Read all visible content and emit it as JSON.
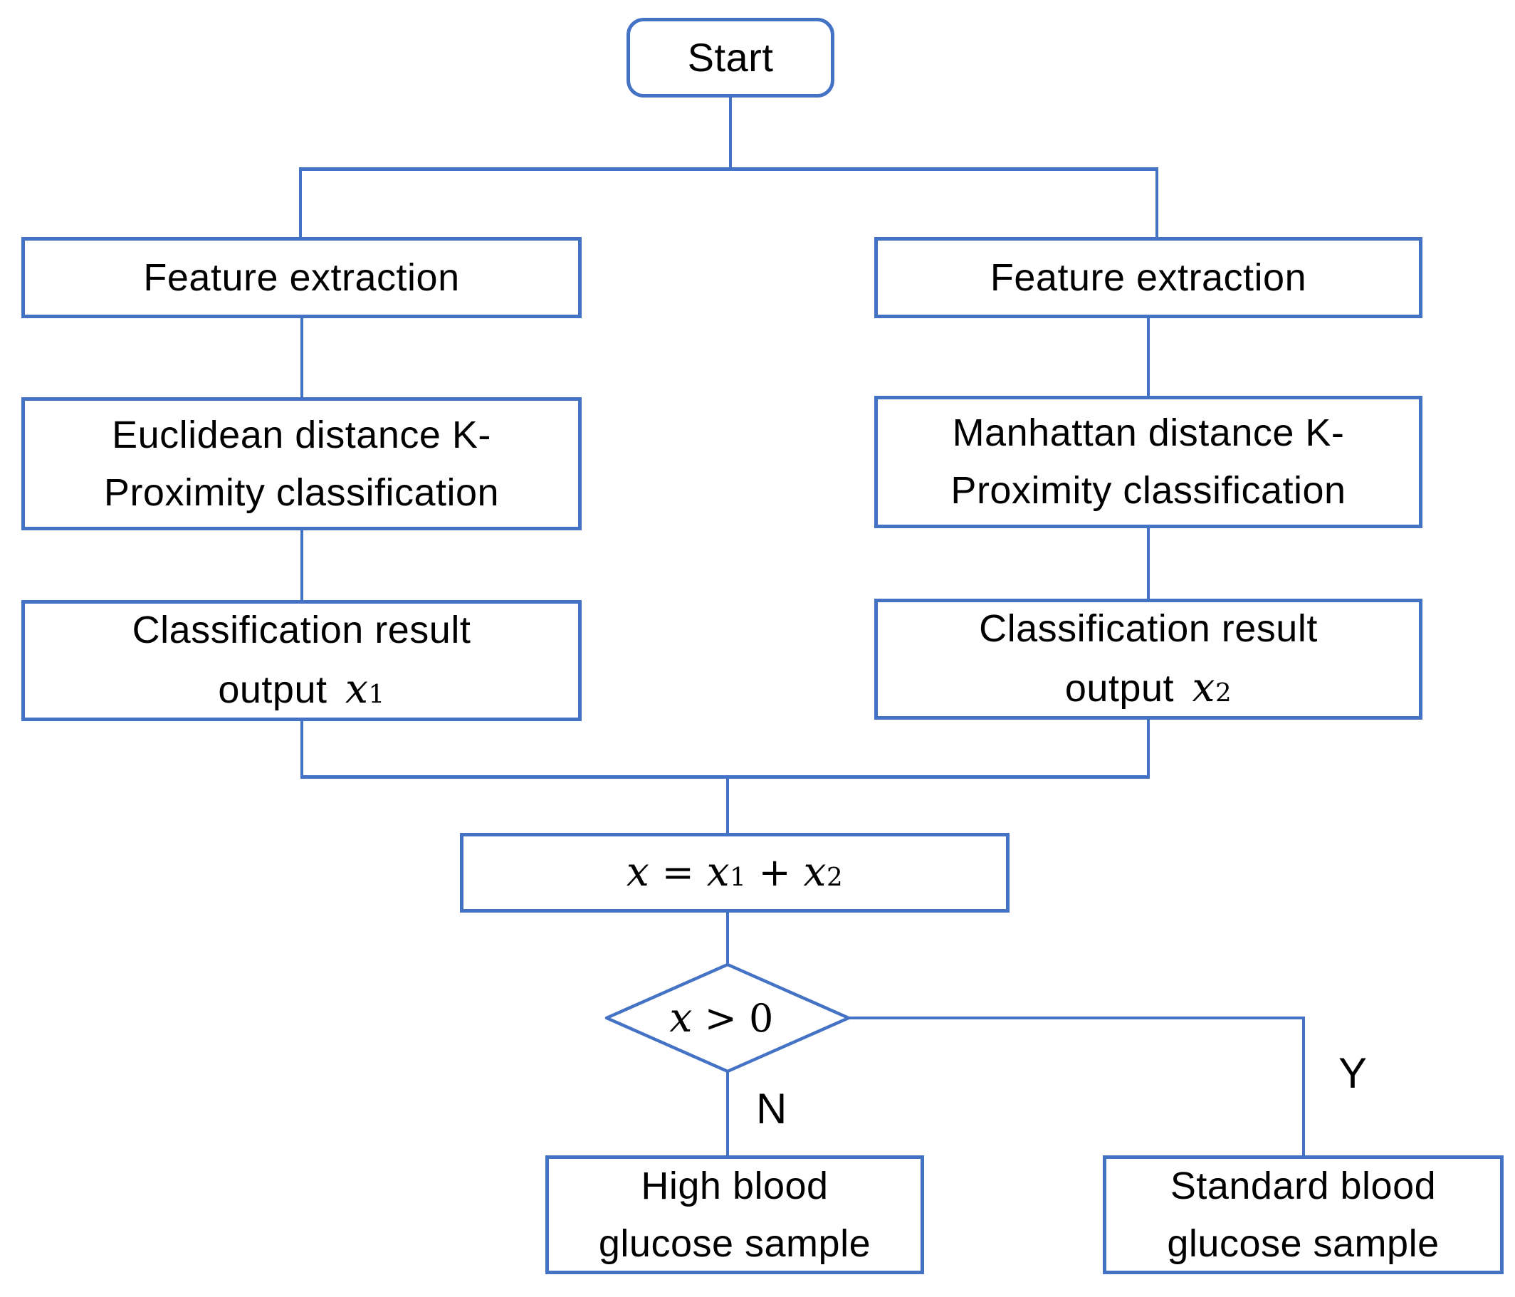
{
  "colors": {
    "accent": "#4472C4",
    "text": "#000000",
    "background": "#FFFFFF"
  },
  "diagram": {
    "type": "flowchart",
    "nodes": {
      "start": {
        "label": "Start"
      },
      "feature_left": {
        "label": "Feature extraction"
      },
      "feature_right": {
        "label": "Feature extraction"
      },
      "euclidean": {
        "line1": "Euclidean distance K-",
        "line2": "Proximity classification"
      },
      "manhattan": {
        "line1": "Manhattan distance K-",
        "line2": "Proximity classification"
      },
      "output_left": {
        "line1": "Classification result",
        "line2": "output",
        "var": "x",
        "sub": "1"
      },
      "output_right": {
        "line1": "Classification result",
        "line2": "output",
        "var": "x",
        "sub": "2"
      },
      "sum": {
        "var": "x",
        "eq": "=",
        "sub1": "1",
        "plus": "+",
        "sub2": "2"
      },
      "decision": {
        "var": "x",
        "cond": "> 0"
      },
      "high": {
        "line1": "High blood",
        "line2": "glucose sample"
      },
      "standard": {
        "line1": "Standard blood",
        "line2": "glucose sample"
      }
    },
    "edge_labels": {
      "yes": "Y",
      "no": "N"
    }
  }
}
